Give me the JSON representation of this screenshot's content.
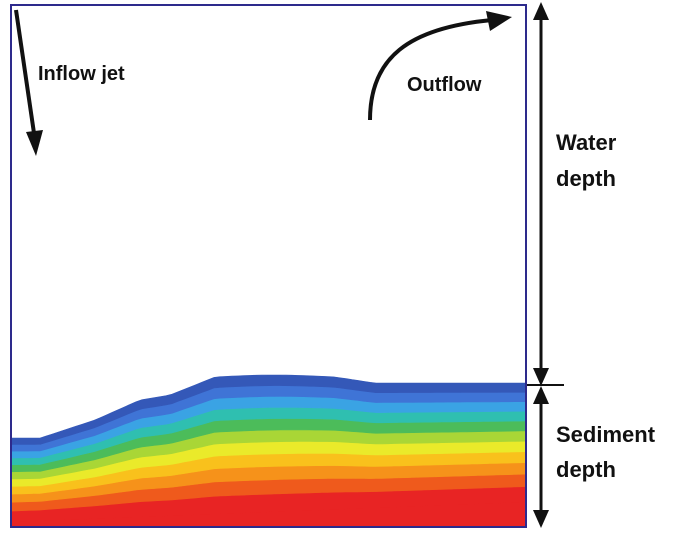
{
  "labels": {
    "inflow": "Inflow jet",
    "outflow": "Outflow",
    "water_depth_line1": "Water",
    "water_depth_line2": "depth",
    "sediment_depth_line1": "Sediment",
    "sediment_depth_line2": "depth"
  },
  "sediment_layer_colors": [
    "#e82424",
    "#ef5a1c",
    "#f6921a",
    "#f9c11c",
    "#eaea2a",
    "#a9d636",
    "#4cbc5a",
    "#2fbfb0",
    "#3aa3e4",
    "#3f74d6",
    "#3458b8"
  ],
  "colors": {
    "tank_border": "#2d2a8c",
    "arrow": "#111111"
  },
  "icons": [
    "inflow-arrow-icon",
    "outflow-arrow-icon",
    "water-depth-arrow-icon",
    "sediment-depth-arrow-icon"
  ]
}
